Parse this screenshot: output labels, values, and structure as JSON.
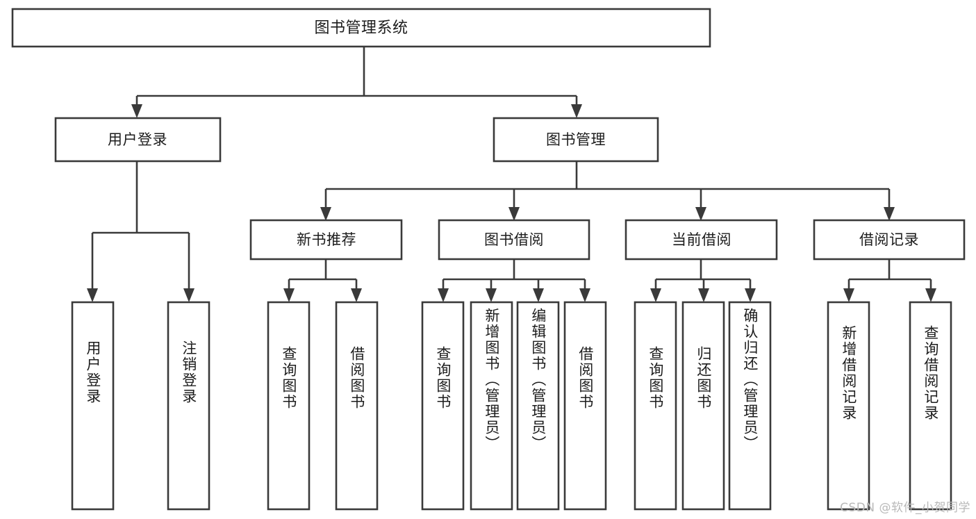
{
  "diagram": {
    "title": "图书管理系统",
    "type": "tree",
    "orientation": "top-down",
    "watermark": "CSDN @软件_小贺同学",
    "colors": {
      "box_fill": "#ffffff",
      "box_stroke": "#3a3a3a",
      "text": "#1c1c1c",
      "background": "#ffffff",
      "watermark": "#b9b9b9"
    },
    "root": {
      "label": "图书管理系统"
    },
    "level2": [
      {
        "label": "用户登录"
      },
      {
        "label": "图书管理"
      }
    ],
    "level3": [
      {
        "label": "新书推荐"
      },
      {
        "label": "图书借阅"
      },
      {
        "label": "当前借阅"
      },
      {
        "label": "借阅记录"
      }
    ],
    "leaves": {
      "user_login": [
        {
          "label": "用户登录"
        },
        {
          "label": "注销登录"
        }
      ],
      "new_book_recommend": [
        {
          "label": "查询图书"
        },
        {
          "label": "借阅图书"
        }
      ],
      "book_borrow": [
        {
          "label": "查询图书"
        },
        {
          "label": "新增图书（管理员）"
        },
        {
          "label": "编辑图书（管理员）"
        },
        {
          "label": "借阅图书"
        }
      ],
      "current_borrow": [
        {
          "label": "查询图书"
        },
        {
          "label": "归还图书"
        },
        {
          "label": "确认归还（管理员）"
        }
      ],
      "borrow_record": [
        {
          "label": "新增借阅记录"
        },
        {
          "label": "查询借阅记录"
        }
      ]
    }
  }
}
